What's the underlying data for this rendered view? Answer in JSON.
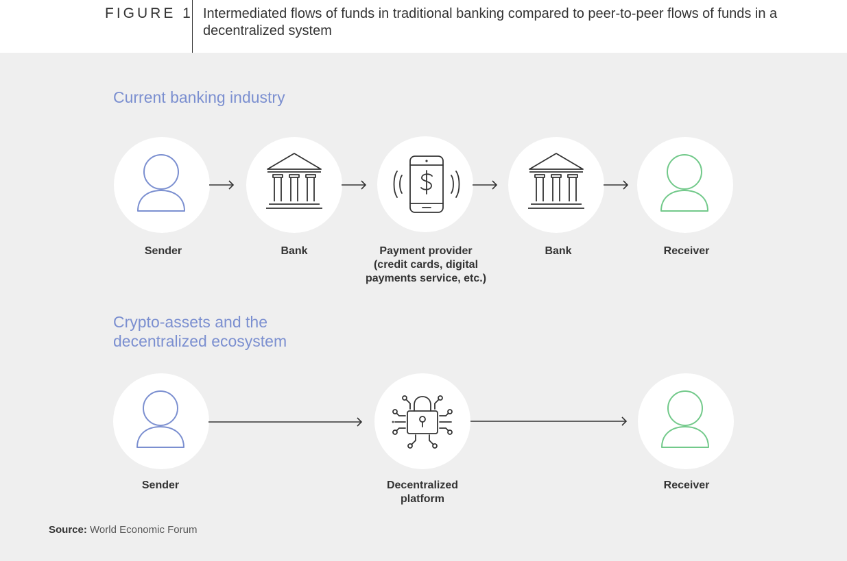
{
  "figure": {
    "label": "FIGURE 1",
    "title": "Intermediated flows of funds in traditional banking compared to peer-to-peer flows of funds in a decentralized system"
  },
  "sections": {
    "current": {
      "title": "Current banking industry",
      "nodes": {
        "sender": "Sender",
        "bank1": "Bank",
        "payment_provider_line1": "Payment provider",
        "payment_provider_line2": "(credit cards, digital",
        "payment_provider_line3": "payments service, etc.)",
        "bank2": "Bank",
        "receiver": "Receiver"
      }
    },
    "crypto": {
      "title_line1": "Crypto-assets and the",
      "title_line2": "decentralized ecosystem",
      "nodes": {
        "sender": "Sender",
        "platform_line1": "Decentralized",
        "platform_line2": "platform",
        "receiver": "Receiver"
      }
    }
  },
  "source": {
    "label": "Source:",
    "text": "World Economic Forum"
  },
  "colors": {
    "sender": "#7b8fd0",
    "receiver": "#72c98a",
    "icon": "#333333",
    "section_title": "#7b8fd0"
  }
}
